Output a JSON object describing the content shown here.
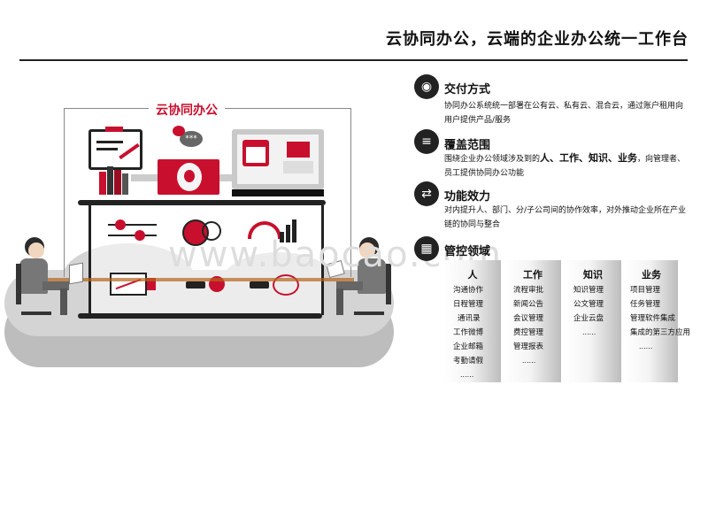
{
  "title": "云协同办公，云端的企业办公统一工作台",
  "illustration": {
    "cloud_label": "云协同办公",
    "watermark": "www.baocao.com"
  },
  "sections": [
    {
      "heading": "交付方式",
      "icon": "eye-icon",
      "body": "协同办公系统统一部署在公有云、私有云、混合云，通过账户租用向用户提供产品/服务"
    },
    {
      "heading": "覆盖范围",
      "icon": "sliders-icon",
      "body_parts": [
        "围绕企业办公领域涉及到的",
        "人、工作、知识、业务",
        "，向管理者、员工提供协同办公功能"
      ]
    },
    {
      "heading": "功能效力",
      "icon": "toggle-icon",
      "body": "对内提升人、部门、分/子公司间的协作效率，对外推动企业所在产业链的协同与整合"
    },
    {
      "heading": "管控领域",
      "icon": "grid-icon"
    }
  ],
  "management": [
    {
      "title": "人",
      "items": [
        "沟通协作",
        "日程管理",
        "通讯录",
        "工作微博",
        "企业邮箱",
        "考勤请假",
        "......"
      ]
    },
    {
      "title": "工作",
      "items": [
        "流程审批",
        "新闻公告",
        "会议管理",
        "费控管理",
        "管理报表",
        "......"
      ]
    },
    {
      "title": "知识",
      "items": [
        "知识管理",
        "公文管理",
        "企业云盘",
        "......"
      ]
    },
    {
      "title": "业务",
      "items": [
        "项目管理",
        "任务管理",
        "管理软件集成",
        "集成的第三方应用",
        "......"
      ]
    }
  ],
  "colors": {
    "accent": "#c8102e",
    "dark": "#222222",
    "cloud": "#d4d4d4"
  }
}
